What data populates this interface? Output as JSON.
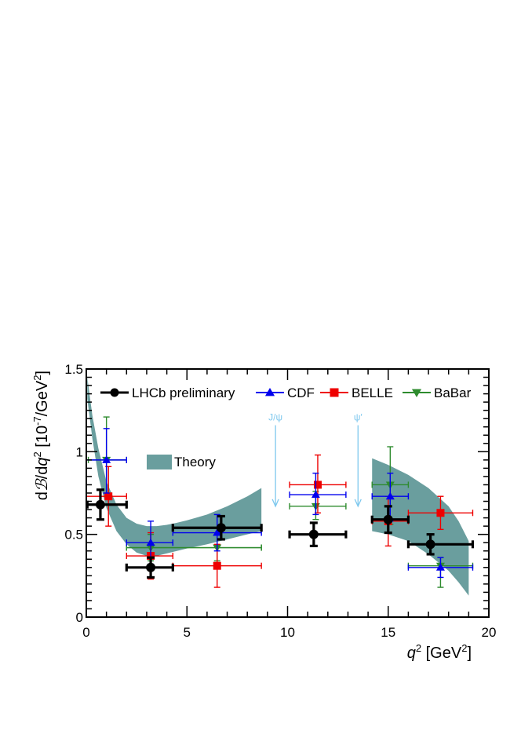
{
  "chart_data": {
    "type": "scatter",
    "title": "",
    "xlabel_var": "q",
    "xlabel_sup": "2",
    "xlabel_unit_open": " [GeV",
    "xlabel_unit_sup": "2",
    "xlabel_unit_close": "]",
    "ylabel_d1": "d",
    "ylabel_B": "ℬ",
    "ylabel_slash": "/d",
    "ylabel_var": "q",
    "ylabel_sup": "2",
    "ylabel_open": " [10",
    "ylabel_exp": "-7",
    "ylabel_mid": "/GeV",
    "ylabel_sup2": "2",
    "ylabel_close": "]",
    "xlim": [
      0,
      20
    ],
    "ylim": [
      0,
      1.5
    ],
    "xticks": [
      "0",
      "5",
      "10",
      "15",
      "20"
    ],
    "yticks": [
      "0",
      "0.5",
      "1",
      "1.5"
    ],
    "grid": false,
    "legend_placement": "top",
    "colors": {
      "lhcb": "#000000",
      "cdf": "#0000ee",
      "belle": "#ee0000",
      "babar": "#2e8b2e",
      "theory": "#6a9e9e",
      "resonance": "#7ec8ee"
    },
    "series": [
      {
        "name": "LHCb preliminary",
        "key": "lhcb",
        "marker": "circle",
        "points": [
          {
            "x": 0.7,
            "xlo": 0.05,
            "xhi": 2.0,
            "y": 0.68,
            "ylo": 0.59,
            "yhi": 0.77
          },
          {
            "x": 3.2,
            "xlo": 2.0,
            "xhi": 4.3,
            "y": 0.3,
            "ylo": 0.24,
            "yhi": 0.36
          },
          {
            "x": 6.7,
            "xlo": 4.3,
            "xhi": 8.7,
            "y": 0.54,
            "ylo": 0.47,
            "yhi": 0.61
          },
          {
            "x": 11.3,
            "xlo": 10.1,
            "xhi": 12.9,
            "y": 0.5,
            "ylo": 0.43,
            "yhi": 0.57
          },
          {
            "x": 15.0,
            "xlo": 14.2,
            "xhi": 16.0,
            "y": 0.59,
            "ylo": 0.51,
            "yhi": 0.67
          },
          {
            "x": 17.1,
            "xlo": 16.0,
            "xhi": 19.2,
            "y": 0.44,
            "ylo": 0.38,
            "yhi": 0.5
          }
        ]
      },
      {
        "name": "CDF",
        "key": "cdf",
        "marker": "triangle-up",
        "points": [
          {
            "x": 1.0,
            "xlo": 0.0,
            "xhi": 2.0,
            "y": 0.95,
            "ylo": 0.75,
            "yhi": 1.14
          },
          {
            "x": 3.2,
            "xlo": 2.0,
            "xhi": 4.3,
            "y": 0.45,
            "ylo": 0.32,
            "yhi": 0.58
          },
          {
            "x": 6.5,
            "xlo": 4.3,
            "xhi": 8.7,
            "y": 0.51,
            "ylo": 0.4,
            "yhi": 0.62
          },
          {
            "x": 11.4,
            "xlo": 10.1,
            "xhi": 12.9,
            "y": 0.74,
            "ylo": 0.62,
            "yhi": 0.87
          },
          {
            "x": 15.1,
            "xlo": 14.2,
            "xhi": 16.0,
            "y": 0.73,
            "ylo": 0.58,
            "yhi": 0.87
          },
          {
            "x": 17.6,
            "xlo": 16.0,
            "xhi": 19.2,
            "y": 0.3,
            "ylo": 0.24,
            "yhi": 0.36
          }
        ]
      },
      {
        "name": "BELLE",
        "key": "belle",
        "marker": "square",
        "points": [
          {
            "x": 1.1,
            "xlo": 0.0,
            "xhi": 2.0,
            "y": 0.73,
            "ylo": 0.55,
            "yhi": 0.91
          },
          {
            "x": 3.2,
            "xlo": 2.0,
            "xhi": 4.3,
            "y": 0.37,
            "ylo": 0.23,
            "yhi": 0.51
          },
          {
            "x": 6.5,
            "xlo": 4.3,
            "xhi": 8.7,
            "y": 0.31,
            "ylo": 0.18,
            "yhi": 0.44
          },
          {
            "x": 11.5,
            "xlo": 10.1,
            "xhi": 12.9,
            "y": 0.8,
            "ylo": 0.63,
            "yhi": 0.98
          },
          {
            "x": 15.0,
            "xlo": 14.2,
            "xhi": 16.0,
            "y": 0.58,
            "ylo": 0.43,
            "yhi": 0.73
          },
          {
            "x": 17.6,
            "xlo": 16.0,
            "xhi": 19.2,
            "y": 0.63,
            "ylo": 0.53,
            "yhi": 0.73
          }
        ]
      },
      {
        "name": "BaBar",
        "key": "babar",
        "marker": "triangle-down",
        "points": [
          {
            "x": 1.0,
            "xlo": 0.1,
            "xhi": 2.0,
            "y": 0.95,
            "ylo": 0.73,
            "yhi": 1.21
          },
          {
            "x": 3.2,
            "xlo": 2.0,
            "xhi": 8.7,
            "y": 0.42,
            "ylo": 0.34,
            "yhi": 0.5
          },
          {
            "x": 6.5,
            "xlo": 2.0,
            "xhi": 8.7,
            "y": 0.42,
            "ylo": 0.34,
            "yhi": 0.5
          },
          {
            "x": 11.4,
            "xlo": 10.1,
            "xhi": 12.9,
            "y": 0.67,
            "ylo": 0.59,
            "yhi": 0.76
          },
          {
            "x": 15.1,
            "xlo": 14.2,
            "xhi": 16.0,
            "y": 0.8,
            "ylo": 0.56,
            "yhi": 1.03
          },
          {
            "x": 17.6,
            "xlo": 16.0,
            "xhi": 19.2,
            "y": 0.31,
            "ylo": 0.18,
            "yhi": 0.36
          }
        ]
      }
    ],
    "theory": {
      "name": "Theory",
      "segments": [
        {
          "upper": [
            [
              0.05,
              1.45
            ],
            [
              0.3,
              1.22
            ],
            [
              0.6,
              1.02
            ],
            [
              1.0,
              0.82
            ],
            [
              1.5,
              0.68
            ],
            [
              2.0,
              0.6
            ],
            [
              2.5,
              0.565
            ],
            [
              3.0,
              0.55
            ],
            [
              3.5,
              0.55
            ],
            [
              4.0,
              0.558
            ],
            [
              4.5,
              0.57
            ],
            [
              5.0,
              0.585
            ],
            [
              6.0,
              0.62
            ],
            [
              7.0,
              0.67
            ],
            [
              8.0,
              0.73
            ],
            [
              8.7,
              0.78
            ]
          ],
          "lower": [
            [
              0.05,
              1.32
            ],
            [
              0.3,
              1.08
            ],
            [
              0.6,
              0.85
            ],
            [
              1.0,
              0.66
            ],
            [
              1.5,
              0.52
            ],
            [
              2.0,
              0.44
            ],
            [
              2.5,
              0.39
            ],
            [
              3.0,
              0.37
            ],
            [
              3.5,
              0.37
            ],
            [
              4.0,
              0.385
            ],
            [
              4.5,
              0.4
            ],
            [
              5.0,
              0.415
            ],
            [
              6.0,
              0.44
            ],
            [
              7.0,
              0.47
            ],
            [
              8.0,
              0.5
            ],
            [
              8.7,
              0.52
            ]
          ]
        },
        {
          "upper": [
            [
              14.2,
              0.96
            ],
            [
              15.0,
              0.92
            ],
            [
              16.0,
              0.86
            ],
            [
              17.0,
              0.78
            ],
            [
              18.0,
              0.67
            ],
            [
              18.5,
              0.58
            ],
            [
              19.0,
              0.46
            ]
          ],
          "lower": [
            [
              14.2,
              0.52
            ],
            [
              15.0,
              0.5
            ],
            [
              16.0,
              0.46
            ],
            [
              17.0,
              0.38
            ],
            [
              18.0,
              0.28
            ],
            [
              18.5,
              0.21
            ],
            [
              19.0,
              0.13
            ]
          ]
        }
      ]
    },
    "annotations": [
      {
        "label": "J/ψ",
        "x": 9.4,
        "y_text": 1.19,
        "y_top": 1.16,
        "y_bottom": 0.67
      },
      {
        "label": "ψ′",
        "x": 13.5,
        "y_text": 1.19,
        "y_top": 1.16,
        "y_bottom": 0.67
      }
    ]
  }
}
